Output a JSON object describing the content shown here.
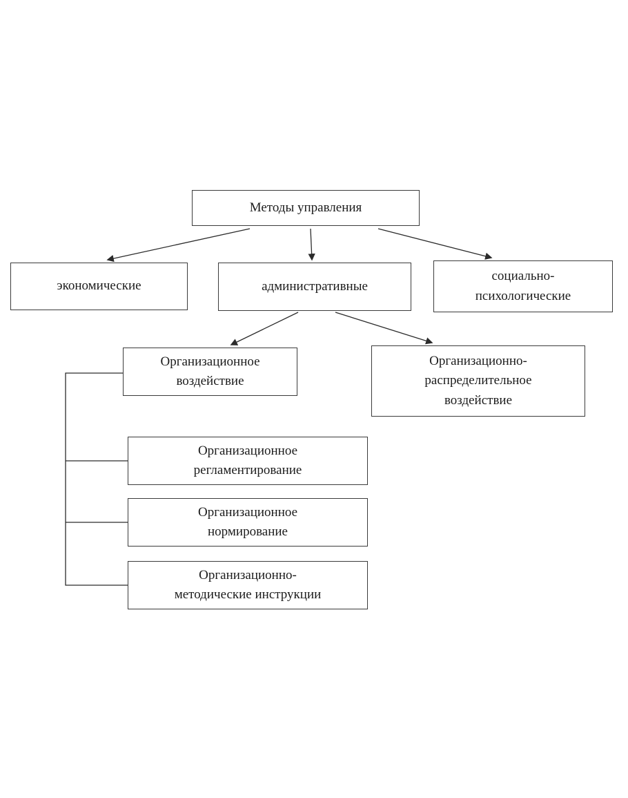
{
  "diagram": {
    "title": "Методы управления",
    "nodes": {
      "root": {
        "label": "Методы управления"
      },
      "economic": {
        "label": "экономические"
      },
      "admin": {
        "label": "административные"
      },
      "social": {
        "label": "социально-\nпсихологические"
      },
      "org_infl": {
        "label": "Организационное\nвоздействие"
      },
      "org_distrib": {
        "label": "Организационно-\nраспределительное\nвоздействие"
      },
      "org_regl": {
        "label": "Организационное\nрегламентирование"
      },
      "org_norm": {
        "label": "Организационное\nнормирование"
      },
      "org_method": {
        "label": "Организационно-\nметодические инструкции"
      }
    },
    "edges": [
      {
        "from": "root",
        "to": "economic",
        "type": "arrow"
      },
      {
        "from": "root",
        "to": "admin",
        "type": "arrow"
      },
      {
        "from": "root",
        "to": "social",
        "type": "arrow"
      },
      {
        "from": "admin",
        "to": "org_infl",
        "type": "arrow"
      },
      {
        "from": "admin",
        "to": "org_distrib",
        "type": "arrow"
      },
      {
        "from": "org_infl",
        "to": "org_regl",
        "type": "bracket"
      },
      {
        "from": "org_infl",
        "to": "org_norm",
        "type": "bracket"
      },
      {
        "from": "org_infl",
        "to": "org_method",
        "type": "bracket"
      }
    ],
    "line_color": "#2b2b2b"
  }
}
